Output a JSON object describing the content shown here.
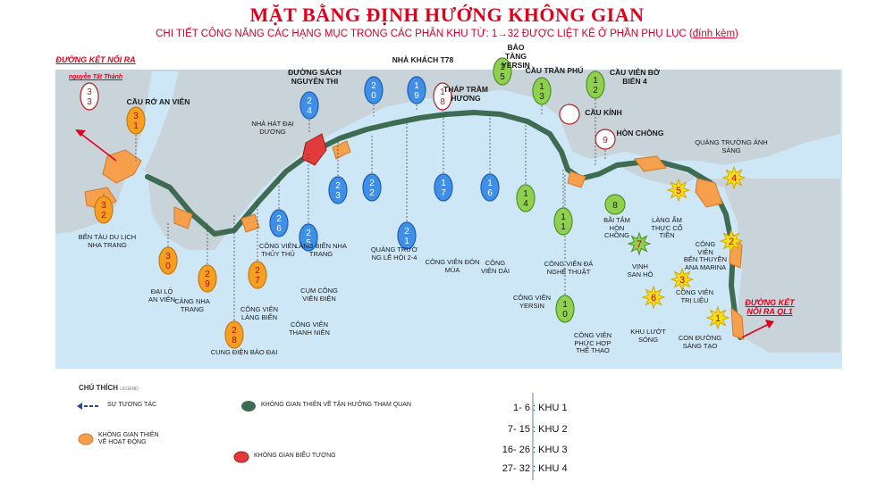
{
  "title": "MẶT BẰNG ĐỊNH HƯỚNG KHÔNG GIAN",
  "subtitle": {
    "main": "CHI TIẾT CÔNG NĂNG CÁC HẠNG MỤC TRONG CÁC PHÂN KHU  TỪ: 1→32 ĐƯỢC LIỆT KÊ Ở PHẦN PHỤ LỤC (",
    "link": "đính kèm",
    "end": ")"
  },
  "colors": {
    "title": "#e0001b",
    "sea": "#cde7f6",
    "land": "#c9d3da",
    "greenway": "#3f6b52",
    "activity_orange": "#f6a04d",
    "icon_red": "#e23b3b",
    "marker_blue": "#3f8ee8",
    "marker_green": "#8fd14f",
    "marker_orange": "#f6a023",
    "marker_yellow": "#f7df1e"
  },
  "external_links": [
    {
      "label": "ĐƯỜNG KẾT NỐI RA",
      "sub": "nguyễn Tất Thành"
    },
    {
      "label": "ĐƯỜNG KẾT\nNỐI RA QL1",
      "sub": ""
    }
  ],
  "markers": [
    {
      "num": "33",
      "style": "outline"
    },
    {
      "num": "31",
      "style": "orange"
    },
    {
      "num": "32",
      "style": "orange"
    },
    {
      "num": "30",
      "style": "orange"
    },
    {
      "num": "29",
      "style": "orange"
    },
    {
      "num": "28",
      "style": "orange"
    },
    {
      "num": "27",
      "style": "orange"
    },
    {
      "num": "26",
      "style": "blue"
    },
    {
      "num": "25",
      "style": "blue"
    },
    {
      "num": "24",
      "style": "blue"
    },
    {
      "num": "23",
      "style": "blue"
    },
    {
      "num": "22",
      "style": "blue"
    },
    {
      "num": "21",
      "style": "blue"
    },
    {
      "num": "20",
      "style": "blue"
    },
    {
      "num": "19",
      "style": "blue"
    },
    {
      "num": "18",
      "style": "outline"
    },
    {
      "num": "17",
      "style": "blue"
    },
    {
      "num": "16",
      "style": "blue"
    },
    {
      "num": "15",
      "style": "green"
    },
    {
      "num": "14",
      "style": "green"
    },
    {
      "num": "13",
      "style": "green"
    },
    {
      "num": "12",
      "style": "green"
    },
    {
      "num": "11",
      "style": "green"
    },
    {
      "num": "10",
      "style": "green"
    },
    {
      "num": "",
      "style": "outline"
    },
    {
      "num": "9",
      "style": "outline"
    },
    {
      "num": "8",
      "style": "green"
    },
    {
      "num": "7",
      "style": "greenstar"
    },
    {
      "num": "6",
      "style": "star"
    },
    {
      "num": "5",
      "style": "star"
    },
    {
      "num": "4",
      "style": "star"
    },
    {
      "num": "3",
      "style": "star"
    },
    {
      "num": "2",
      "style": "star"
    },
    {
      "num": "1",
      "style": "star"
    }
  ],
  "places": [
    "CẦU RỚ  AN VIÊN",
    "BẾN TÀU DU LỊCH\nNHA TRANG",
    "ĐẠI LỘ\nAN VIÊN",
    "CẢNG NHA\nTRANG",
    "CUNG ĐIỆN BẢO ĐẠI",
    "CÔNG VIÊN\nLÀNG BIỂN",
    "CÔNG VIÊN\nTHỦY THỦ",
    "NHÀ HÁT ĐẠI\nDƯƠNG",
    "ĐƯỜNG SÁCH\nNGUYỄN THI",
    "LÀNG BIỂN NHA\nTRANG",
    "CỤM CÔNG\nVIÊN ĐIỆN",
    "CÔNG VIÊN\nTHANH NIÊN",
    "QUẢNG TRƯỜ\nNG LỄ HỘI 2-4",
    "NHÀ KHÁCH T78",
    "THÁP TRẦM\nHƯƠNG",
    "CÔNG VIÊN ĐÓN\nMÙA",
    "CÔNG\nVIÊN DẢI",
    "BẢO TÀNG\nYERSIN",
    "CẦU TRẦN PHÚ",
    "CÔNG VIÊN\nYERSIN",
    "CÔNG VIÊN ĐÁ\nNGHỆ THUẬT",
    "CẦU VIÊN BỜ\nBIỂN 4",
    "CẦU KÍNH",
    "HÒN CHỒNG",
    "BÃI TẮM HÒN\nCHỒNG",
    "CÔNG VIÊN\nPHỨC HỢP\nTHỂ THAO",
    "VỊNH\nSAN HÔ",
    "KHU LƯỚT\nSÓNG",
    "LÀNG ẨM\nTHỰC CỔ\nTIỀN",
    "QUẢNG TRƯỜNG ÁNH SÁNG",
    "CÔNG\nVIÊN\nBẾN THUYỀN\nANA MARINA",
    "CÔNG VIÊN\nTRỊ LIỆU",
    "CON ĐƯỜNG\nSÁNG TẠO"
  ],
  "legend": {
    "title": "CHÚ THÍCH",
    "title_small": "LEGEND",
    "items": [
      "SỰ TƯƠNG TÁC",
      "KHÔNG GIAN THIÊN\nVỀ HOẠT ĐỘNG",
      "KHÔNG GIAN THIÊN VỀ TẬN HƯỞNG THAM QUAN",
      "KHÔNG GIAN BIỂU TƯỢNG"
    ]
  },
  "zones": [
    {
      "range": "1- 6",
      "name": "KHU 1"
    },
    {
      "range": "7- 15",
      "name": "KHU 2"
    },
    {
      "range": "16- 26",
      "name": "KHU 3"
    },
    {
      "range": "27- 32",
      "name": "KHU 4"
    }
  ]
}
